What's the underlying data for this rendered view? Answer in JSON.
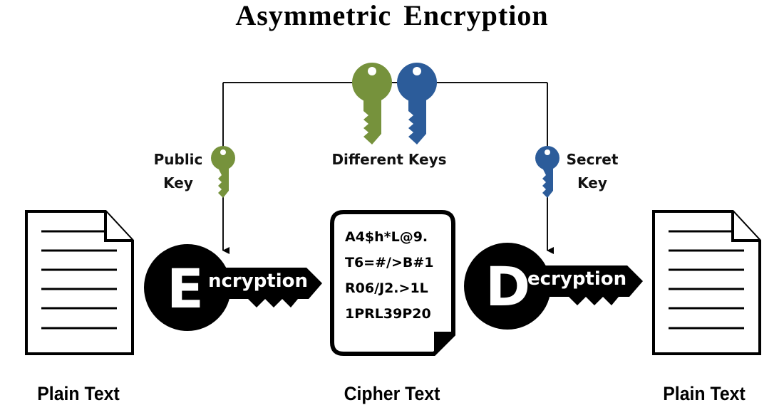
{
  "title": "Asymmetric Encryption",
  "colors": {
    "public_key": "#76923c",
    "secret_key": "#2c5c9a",
    "ink": "#000000",
    "background": "#ffffff"
  },
  "keys": {
    "public_label_line1": "Public",
    "public_label_line2": "Key",
    "shared_label": "Different Keys",
    "secret_label_line1": "Secret",
    "secret_label_line2": "Key"
  },
  "processes": {
    "encryption": {
      "initial": "E",
      "rest": "ncryption"
    },
    "decryption": {
      "initial": "D",
      "rest": "ecryption"
    }
  },
  "cipher_text_lines": [
    "A4$h*L@9.",
    "T6=#/>B#1",
    "R06/J2.>1L",
    "1PRL39P20"
  ],
  "bottom_labels": {
    "left": "Plain Text",
    "center": "Cipher Text",
    "right": "Plain Text"
  }
}
